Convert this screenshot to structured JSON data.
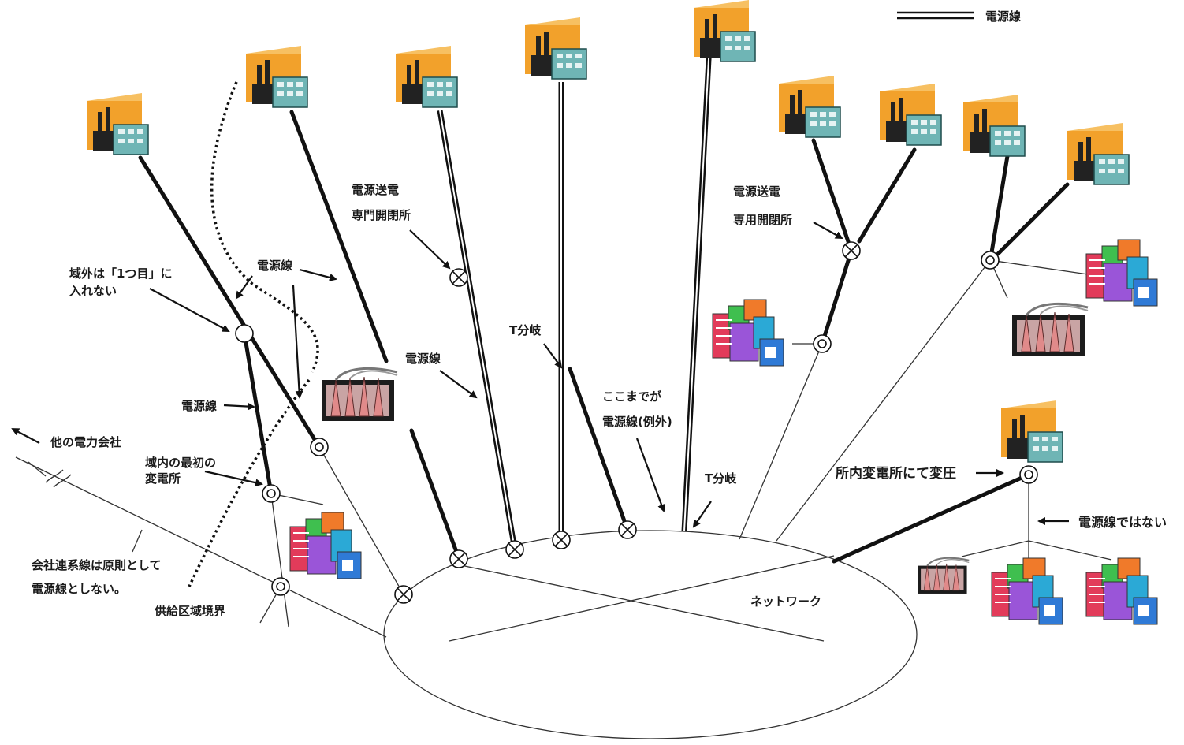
{
  "legend": {
    "label": "電源線"
  },
  "labels": {
    "substation_switching_1_line1": "電源送電",
    "substation_switching_1_line2": "専門開閉所",
    "substation_switching_2_line1": "電源送電",
    "substation_switching_2_line2": "専用開閉所",
    "outside_area_line1": "域外は「1つ目」に",
    "outside_area_line2": "入れない",
    "power_line_a": "電源線",
    "power_line_b": "電源線",
    "power_line_c": "電源線",
    "t_branch_1": "T分岐",
    "t_branch_2": "T分岐",
    "until_here_line1": "ここまでが",
    "until_here_line2": "電源線(例外)",
    "other_company": "他の電力会社",
    "first_substation_line1": "域内の最初の",
    "first_substation_line2": "変電所",
    "interconnect_line1": "会社連系線は原則として",
    "interconnect_line2": "電源線としない。",
    "supply_boundary": "供給区域境界",
    "network": "ネットワーク",
    "in_plant_transform": "所内変電所にて変圧",
    "not_power_line": "電源線ではない"
  },
  "icons": {
    "factory": "power-plant-icon",
    "load": "factory-load-icon",
    "buildings": "city-buildings-icon",
    "switch": "switch-symbol-icon",
    "substation": "substation-symbol-icon"
  },
  "colors": {
    "plant_orange": "#f2a12b",
    "plant_teal": "#6fb5b5",
    "line": "#111111"
  }
}
